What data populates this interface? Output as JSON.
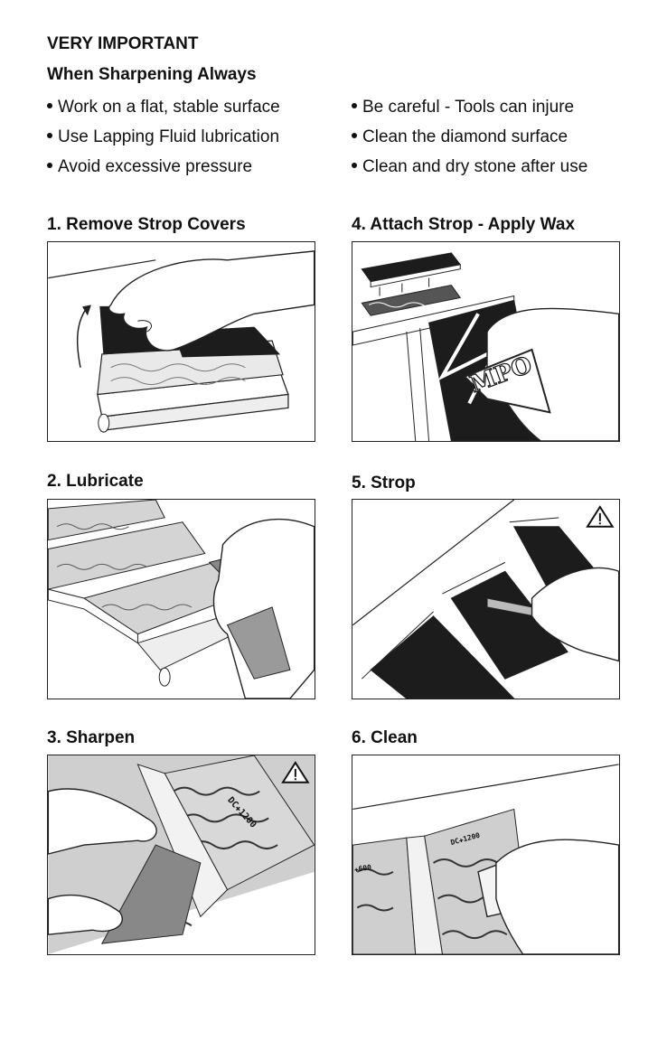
{
  "header": {
    "title": "VERY IMPORTANT",
    "subtitle": "When Sharpening Always"
  },
  "bullets_left": [
    "Work on a flat, stable surface",
    "Use Lapping Fluid lubrication",
    "Avoid excessive pressure"
  ],
  "bullets_right": [
    "Be careful  - Tools can injure",
    "Clean the diamond surface",
    "Clean and dry stone after use"
  ],
  "steps": [
    {
      "title": "1. Remove Strop Covers"
    },
    {
      "title": "2. Lubricate"
    },
    {
      "title": "3. Sharpen",
      "stone_label": "DC✚1200"
    },
    {
      "title": "4. Attach Strop - Apply Wax",
      "wax_label": "MPO"
    },
    {
      "title": "5. Strop"
    },
    {
      "title": "6. Clean",
      "stone_label_1": "DC✚1200",
      "stone_label_2": "✚600"
    }
  ],
  "icons": {
    "warning": "warning-triangle-icon",
    "bullet": "bullet-dot-icon"
  },
  "colors": {
    "ink": "#111111",
    "strop": "#1c1c1c",
    "stone": "#cfcfcf"
  }
}
